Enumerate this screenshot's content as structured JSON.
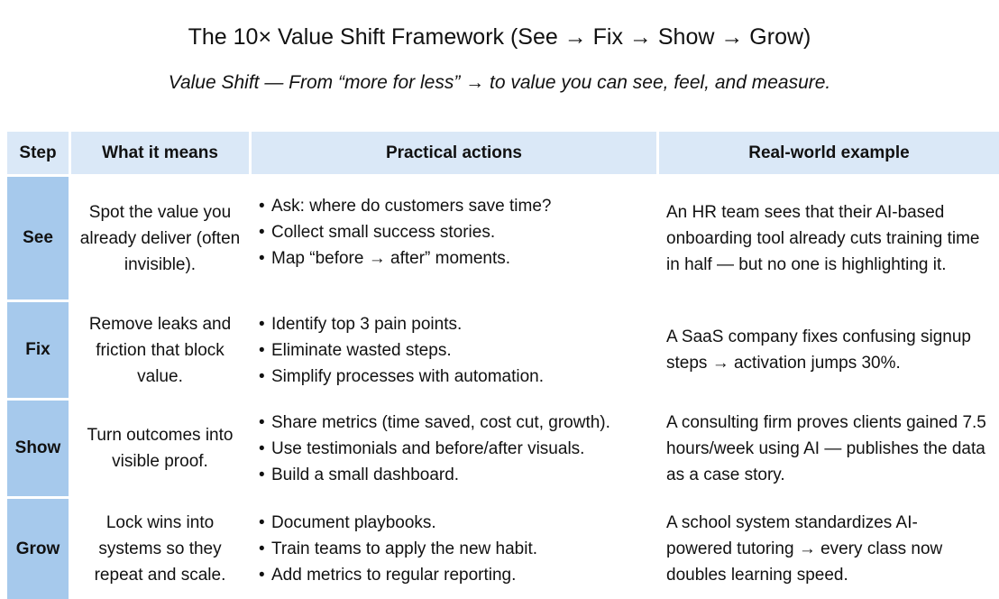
{
  "title": "The 10× Value Shift Framework (See → Fix → Show → Grow)",
  "subtitle": "Value Shift — From “more for less” → to value you can see, feel, and measure.",
  "colors": {
    "header_bg": "#DAE8F7",
    "step_bg": "#A6C9EC",
    "text": "#111111"
  },
  "table": {
    "headers": [
      "Step",
      "What it means",
      "Practical actions",
      "Real-world example"
    ],
    "rows": [
      {
        "step": "See",
        "meaning": "Spot the value you already deliver (often invisible).",
        "actions": [
          "Ask: where do customers save time?",
          "Collect small success stories.",
          "Map “before → after” moments."
        ],
        "example": "An HR team sees that their AI-based onboarding tool already cuts training time in half — but no one is highlighting it."
      },
      {
        "step": "Fix",
        "meaning": "Remove leaks and friction that block value.",
        "actions": [
          "Identify top 3 pain points.",
          "Eliminate wasted steps.",
          "Simplify processes with automation."
        ],
        "example": "A SaaS company fixes confusing signup steps → activation jumps 30%."
      },
      {
        "step": "Show",
        "meaning": "Turn outcomes into visible proof.",
        "actions": [
          "Share metrics (time saved, cost cut, growth).",
          "Use testimonials and before/after visuals.",
          "Build a small dashboard."
        ],
        "example": "A consulting firm proves clients gained 7.5 hours/week using AI — publishes the data as a case story."
      },
      {
        "step": "Grow",
        "meaning": "Lock wins into systems so they repeat and scale.",
        "actions": [
          "Document playbooks.",
          "Train teams to apply the new habit.",
          "Add metrics to regular reporting."
        ],
        "example": "A school system standardizes AI-powered tutoring → every class now doubles learning speed."
      }
    ],
    "bullet": "•"
  }
}
